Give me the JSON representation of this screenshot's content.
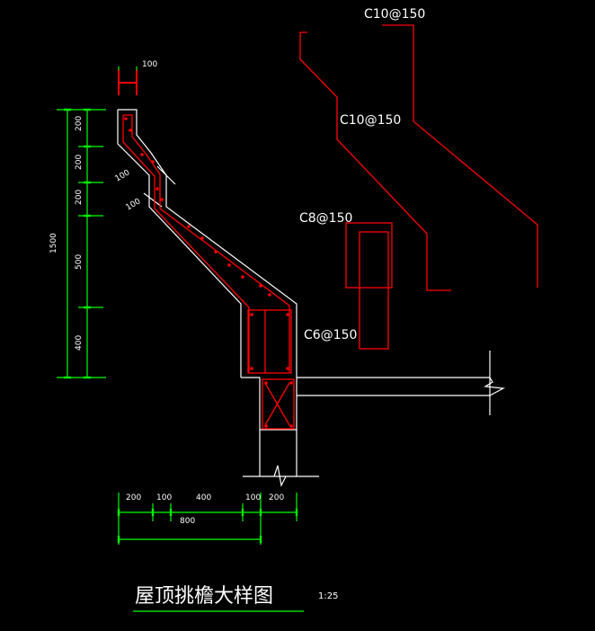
{
  "title": "屋顶挑檐大样图",
  "scale": "1:25",
  "colors": {
    "background": "#000000",
    "concrete": "#ffffff",
    "rebar": "#ff0000",
    "dimension": "#00ff00"
  },
  "rebar_labels": {
    "top_bar": "C10@150",
    "slope_bar": "C10@150",
    "beam_stirrup": "C8@150",
    "tie_stirrup": "C6@150"
  },
  "dimensions": {
    "top_width": "100",
    "vertical": [
      "200",
      "200",
      "200",
      "500",
      "400"
    ],
    "vertical_total": "1500",
    "diagonal": [
      "100",
      "100"
    ],
    "horizontal": [
      "200",
      "100",
      "400",
      "100",
      "200"
    ],
    "horizontal_total": "800"
  }
}
